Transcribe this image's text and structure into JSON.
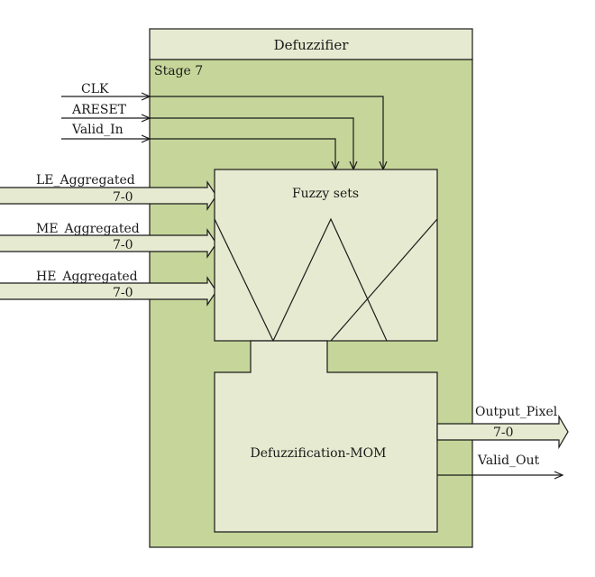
{
  "title": "Defuzzifier",
  "stage": "Stage 7",
  "inputs": {
    "clk": "CLK",
    "areset": "ARESET",
    "valid_in": "Valid_In"
  },
  "buses_in": [
    {
      "name": "LE_Aggregated",
      "width": "7-0"
    },
    {
      "name": "ME_Aggregated",
      "width": "7-0"
    },
    {
      "name": "HE_Aggregated",
      "width": "7-0"
    }
  ],
  "blocks": {
    "fuzzy_sets": "Fuzzy sets",
    "defuzzification": "Defuzzification-MOM"
  },
  "outputs": {
    "output_pixel": "Output_Pixel",
    "output_width": "7-0",
    "valid_out": "Valid_Out"
  },
  "colors": {
    "stage_fill": "#c6d69a",
    "header_fill": "#e6ead0",
    "block_fill": "#e6ead0",
    "stroke": "#1a1a1a"
  }
}
